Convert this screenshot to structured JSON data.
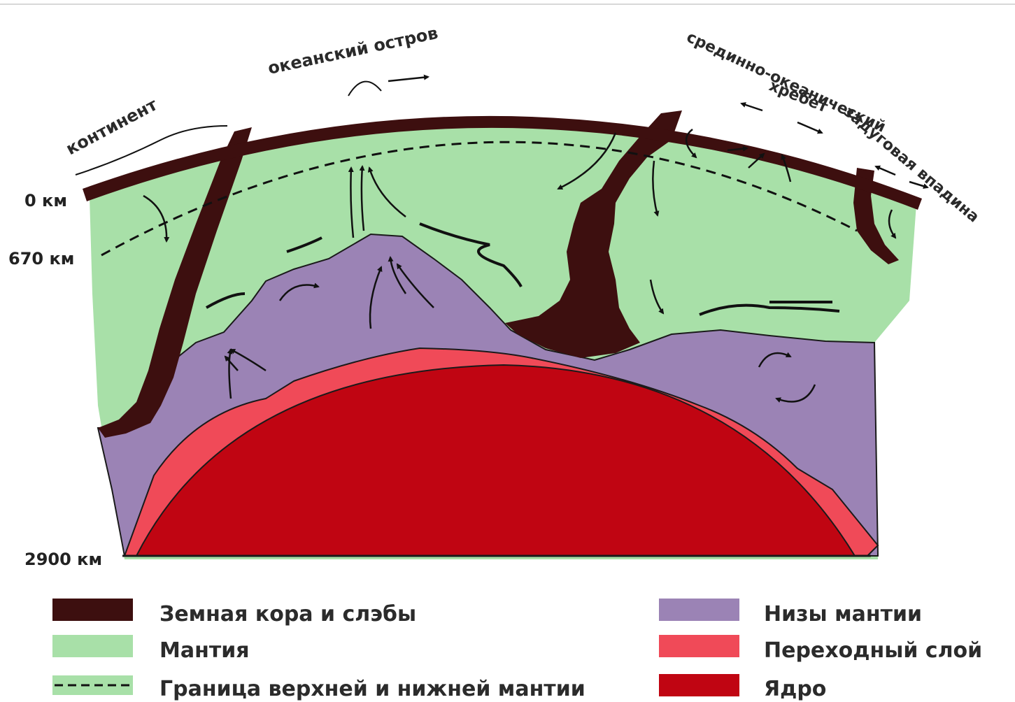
{
  "labels": {
    "continent": "континент",
    "ocean_island": "океанский остров",
    "ridge_line1": "срединно-океанический",
    "ridge_line2": "хребет",
    "backarc_basin": "задуговая впадина"
  },
  "depths": {
    "surface": "0 км",
    "boundary": "670 км",
    "core": "2900 км"
  },
  "legend": [
    {
      "text": "Земная кора и слэбы",
      "color": "#3d0f0f",
      "dashed": false
    },
    {
      "text": "Мантия",
      "color": "#a8e0a8",
      "dashed": false
    },
    {
      "text": "Граница верхней и нижней мантии",
      "color": "#a8e0a8",
      "dashed": true
    },
    {
      "text": "Низы мантии",
      "color": "#9b83b5",
      "dashed": false
    },
    {
      "text": "Переходный слой",
      "color": "#f04a58",
      "dashed": false
    },
    {
      "text": "Ядро",
      "color": "#c00512",
      "dashed": false
    }
  ],
  "colors": {
    "crust": "#3d0f0f",
    "mantle": "#a8e0a8",
    "lower_mantle": "#9b83b5",
    "transition": "#f04a58",
    "core": "#c00512"
  }
}
